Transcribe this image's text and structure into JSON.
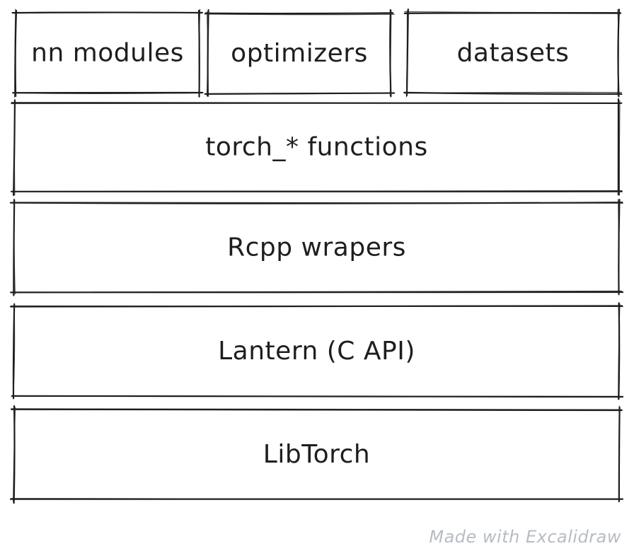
{
  "colors": {
    "stroke": "#1e1e1e",
    "text": "#1e1e1e",
    "watermark": "#b7bcc4",
    "background": "#ffffff"
  },
  "layers": {
    "top": [
      {
        "id": "nn-modules",
        "label": "nn modules"
      },
      {
        "id": "optimizers",
        "label": "optimizers"
      },
      {
        "id": "datasets",
        "label": "datasets"
      }
    ],
    "stack": [
      {
        "id": "torch-functions",
        "label": "torch_* functions"
      },
      {
        "id": "rcpp-wrappers",
        "label": "Rcpp wrapers"
      },
      {
        "id": "lantern",
        "label": "Lantern (C API)"
      },
      {
        "id": "libtorch",
        "label": "LibTorch"
      }
    ]
  },
  "watermark": "Made with Excalidraw"
}
